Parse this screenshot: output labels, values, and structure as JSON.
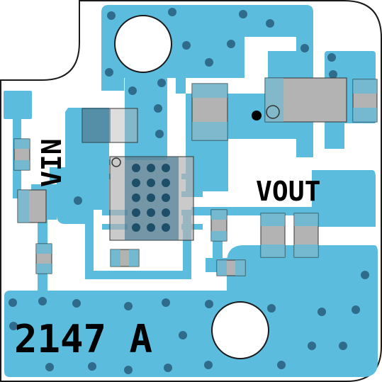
{
  "board": {
    "labels": {
      "vin": "VIN",
      "vout": "VOUT",
      "part_number": "2147 A"
    },
    "colors": {
      "copper": "#5bbcdd",
      "pad": "#b3b3b3",
      "pad_edge": "#333333",
      "via": "#2f6b8a",
      "silkscreen": "#000000",
      "substrate": "#ffffff",
      "outline": "#1a1a1a"
    }
  }
}
